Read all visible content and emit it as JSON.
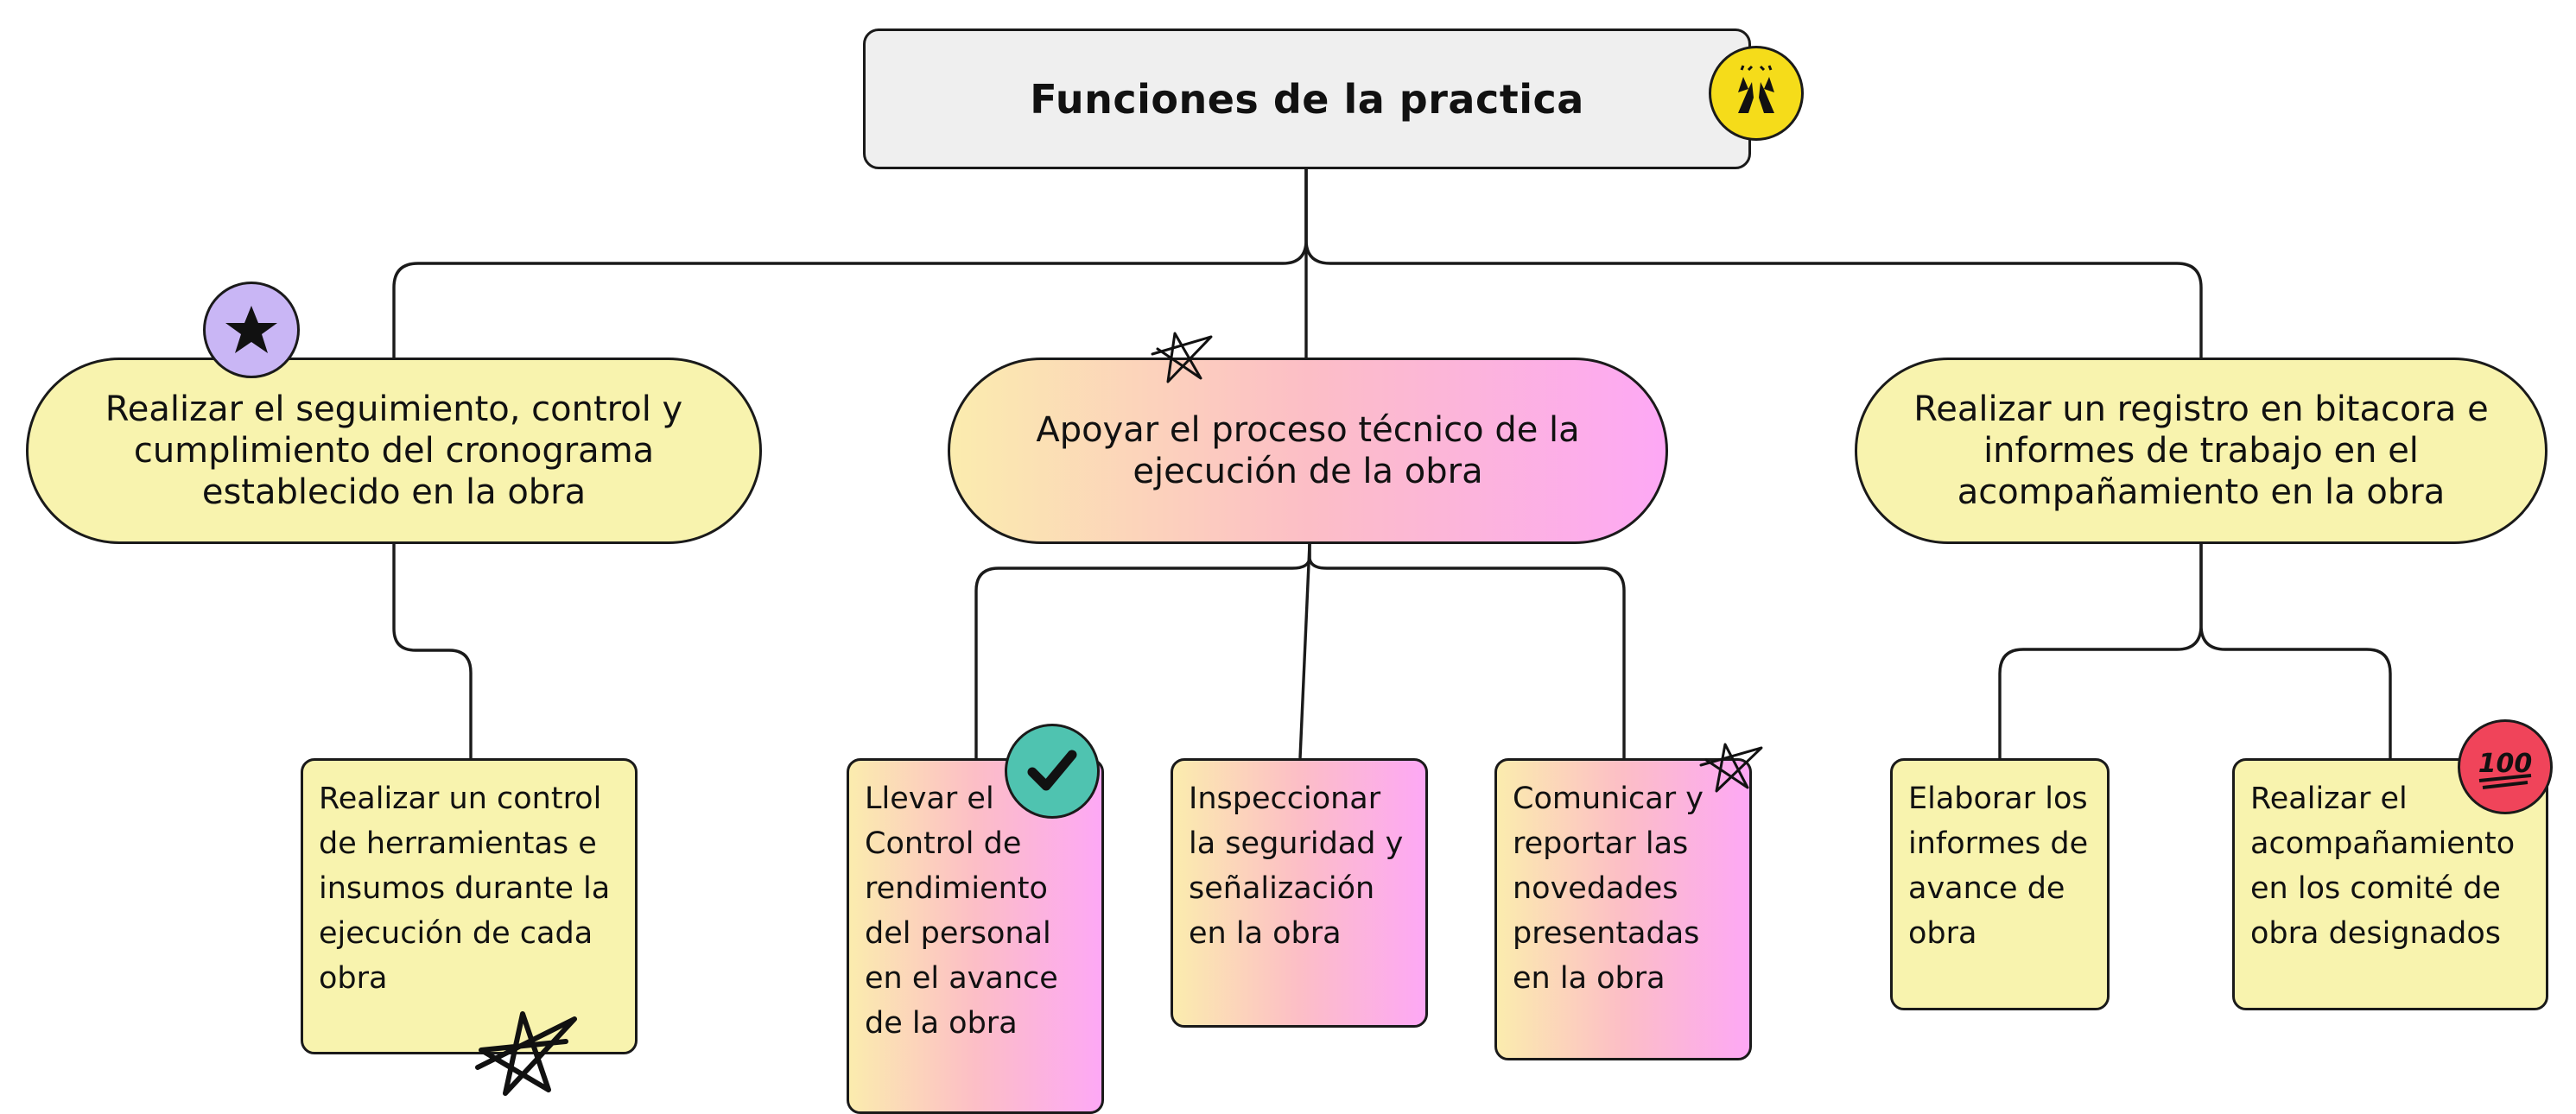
{
  "root": {
    "title": "Funciones de la practica",
    "badge_icon": "raising-hands-icon",
    "badge_color": "#f5dc1a"
  },
  "branches": [
    {
      "label": "Realizar el seguimiento, control y cumplimiento del cronograma establecido en la obra",
      "badge_icon": "star-icon",
      "badge_color": "#c9b6f5",
      "children": [
        {
          "label": "Realizar un control de herramientas e insumos durante la ejecución de cada obra"
        }
      ]
    },
    {
      "label": "Apoyar el proceso técnico de la ejecución de la obra",
      "children": [
        {
          "label": "Llevar el Control de rendimiento del personal en el avance de la obra",
          "badge_icon": "check-icon",
          "badge_color": "#4fc3b0"
        },
        {
          "label": "Inspeccionar la seguridad y señalización en la obra"
        },
        {
          "label": "Comunicar y reportar las novedades presentadas en la obra"
        }
      ]
    },
    {
      "label": "Realizar un registro en bitacora e informes de trabajo en el acompañamiento en la obra",
      "children": [
        {
          "label": "Elaborar los informes de avance de obra"
        },
        {
          "label": "Realizar el acompañamiento en los comité de obra designados",
          "badge_icon": "hundred-points-icon",
          "badge_color": "#f0445a"
        }
      ]
    }
  ],
  "colors": {
    "yellow": "#f8f3ae",
    "gradient_start": "#fbecae",
    "gradient_end": "#fda8f5",
    "root_fill": "#efefef",
    "line": "#1a1a1a"
  }
}
